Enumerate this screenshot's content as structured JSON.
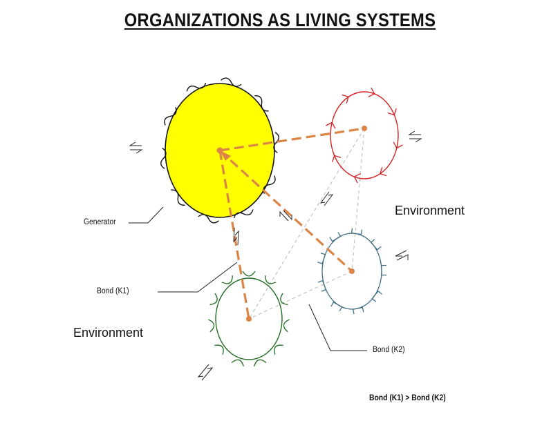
{
  "title": "ORGANIZATIONS AS LIVING SYSTEMS",
  "labels": {
    "generator": "Generator",
    "bond_k1": "Bond (K1)",
    "bond_k2": "Bond (K2)",
    "environment_right": "Environment",
    "environment_left": "Environment",
    "comparison": "Bond (K1) > Bond (K2)"
  },
  "colors": {
    "generator_fill": "#ffff00",
    "red_system": "#d42020",
    "blue_system": "#3f6f82",
    "green_system": "#1f6b1f",
    "bond_line": "#dc8445",
    "weak_bond_line": "#b8b8b8"
  }
}
